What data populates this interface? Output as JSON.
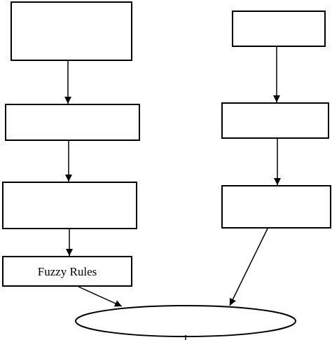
{
  "diagram": {
    "nodes": [
      {
        "id": "left-top",
        "label": ""
      },
      {
        "id": "left-second",
        "label": ""
      },
      {
        "id": "left-third",
        "label": ""
      },
      {
        "id": "fuzzy-rules",
        "label": "Fuzzy Rules"
      },
      {
        "id": "right-top",
        "label": ""
      },
      {
        "id": "right-second",
        "label": ""
      },
      {
        "id": "right-third",
        "label": ""
      },
      {
        "id": "bottom-ellipse",
        "label": ""
      }
    ],
    "edges": [
      {
        "from": "left-top",
        "to": "left-second"
      },
      {
        "from": "left-second",
        "to": "left-third"
      },
      {
        "from": "left-third",
        "to": "fuzzy-rules"
      },
      {
        "from": "fuzzy-rules",
        "to": "bottom-ellipse"
      },
      {
        "from": "right-top",
        "to": "right-second"
      },
      {
        "from": "right-second",
        "to": "right-third"
      },
      {
        "from": "right-third",
        "to": "bottom-ellipse"
      }
    ]
  }
}
